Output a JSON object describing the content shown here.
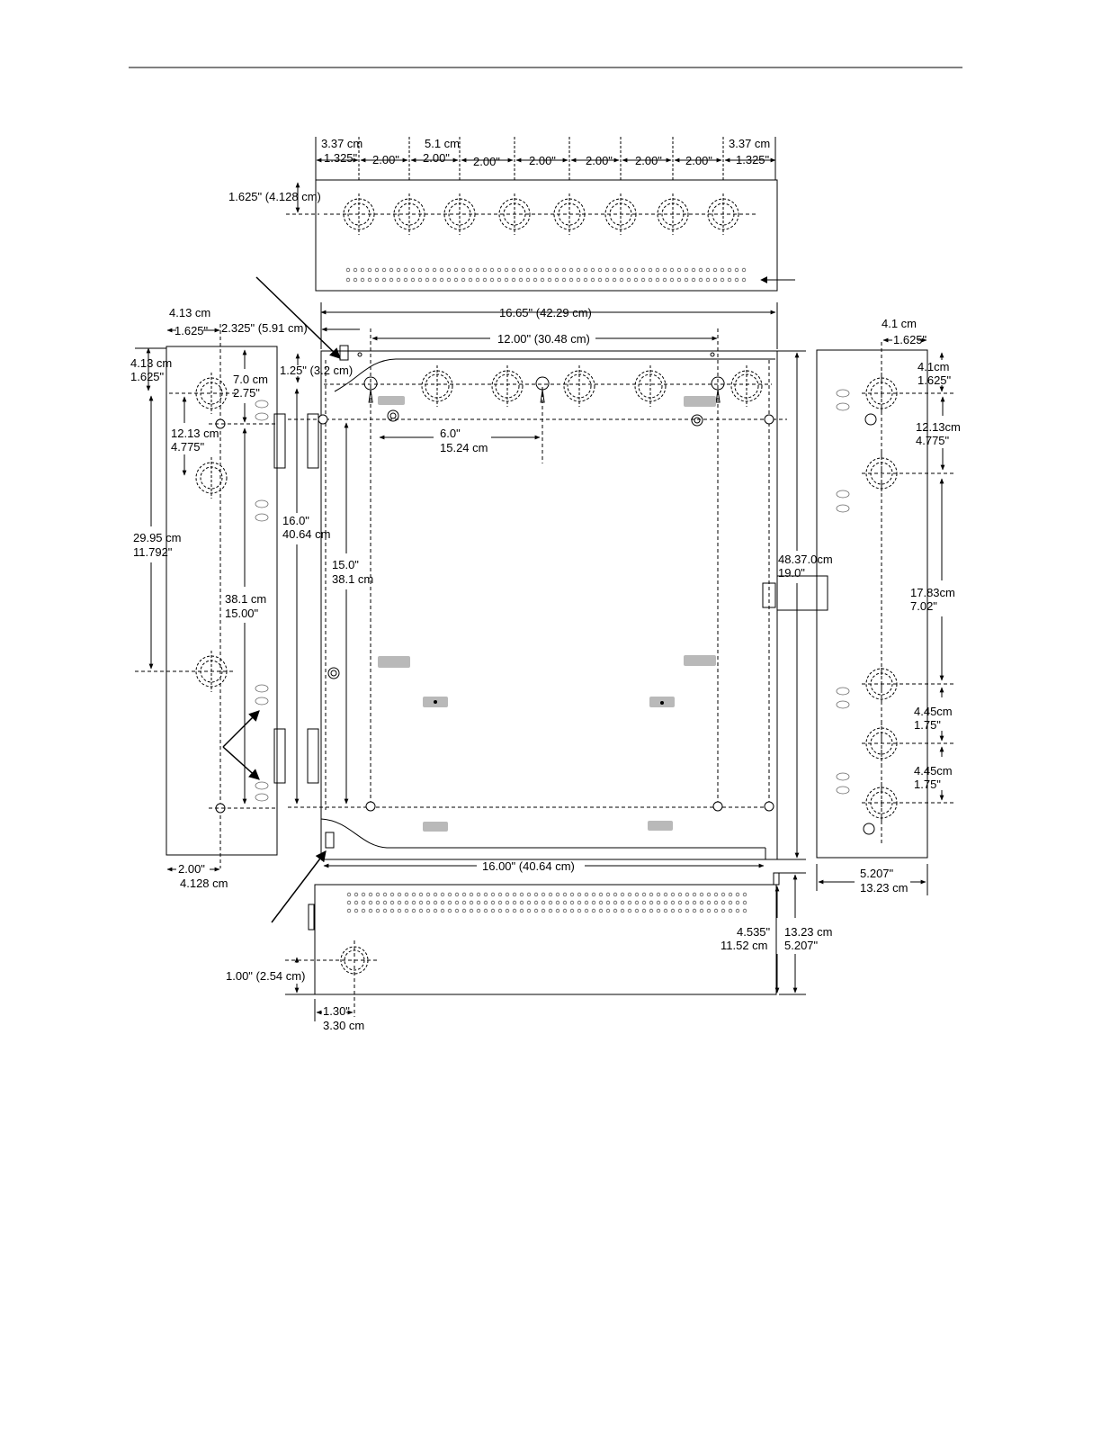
{
  "labels": {
    "top": {
      "left_cm": "3.37 cm",
      "left_in": "1.325\"",
      "pitch_cm": "5.1 cm",
      "pitch_in": "2.00\"",
      "right_cm": "3.37 cm",
      "right_in": "1.325\"",
      "spacing": [
        "2.00\"",
        "2.00\"",
        "2.00\"",
        "2.00\"",
        "2.00\"",
        "2.00\"",
        "2.00\""
      ],
      "depth": "1.625\" (4.128 cm)"
    },
    "left_side": {
      "top_cm": "4.13  cm",
      "top_in": "1.625\"",
      "vert_cm": "4.13 cm",
      "vert_in": "1.625\"",
      "ko_cm": "7.0 cm",
      "ko_in": "2.75\"",
      "gap_cm": "12.13 cm",
      "gap_in": "4.775\"",
      "long_cm": "29.95 cm",
      "long_in": "11.792\"",
      "span_cm": "38.1 cm",
      "span_in": "15.00\"",
      "bottom_in": "2.00\"",
      "bottom_cm": "4.128  cm"
    },
    "front": {
      "width": "16.65\" (42.29 cm)",
      "mount_width": "12.00\" (30.48 cm)",
      "offset": "2.325\" (5.91 cm)",
      "top_offset": "1.25\" (3.2 cm)",
      "height_in": "16.0\"",
      "height_cm": "40.64 cm",
      "center_in": "6.0\"",
      "center_cm": "15.24 cm",
      "mount_h_in": "15.0\"",
      "mount_h_cm": "38.1 cm",
      "overall_cm": "48.37.0cm",
      "overall_in": "19.0\"",
      "bottom_width": "16.00\" (40.64 cm)"
    },
    "right_side": {
      "top_cm": "4.1 cm",
      "top_in": "1.625\"",
      "v1_cm": "4.1cm",
      "v1_in": "1.625\"",
      "v2_cm": "12.13cm",
      "v2_in": "4.775\"",
      "v3_cm": "17.83cm",
      "v3_in": "7.02\"",
      "v4_cm": "4.45cm",
      "v4_in": "1.75\"",
      "v5_cm": "4.45cm",
      "v5_in": "1.75\"",
      "width_in": "5.207\"",
      "width_cm": "13.23 cm"
    },
    "bottom": {
      "depth_in": "4.535\"",
      "depth_cm": "11.52 cm",
      "total_cm": "13.23 cm",
      "total_in": "5.207\"",
      "ko_height": "1.00\" (2.54 cm)",
      "ko_off_in": "1.30\"",
      "ko_off_cm": "3.30 cm"
    }
  }
}
